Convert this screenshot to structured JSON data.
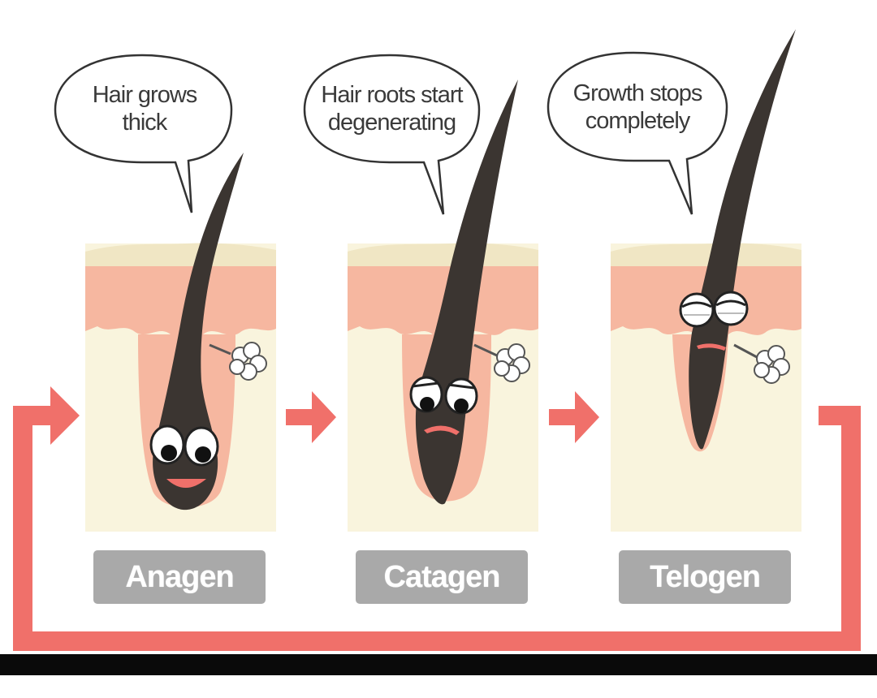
{
  "colors": {
    "skin_top": "#f0e6c4",
    "skin_pink": "#f6b7a0",
    "follicle_bg": "#f9f4dd",
    "hair": "#3b3531",
    "arrow": "#f0706a",
    "label_bg": "#a9a9a9",
    "bottom_bar": "#0a0a0a"
  },
  "stages": [
    {
      "label": "Anagen",
      "bubble": {
        "line1": "Hair grows",
        "line2": "thick"
      },
      "expression": "smiling"
    },
    {
      "label": "Catagen",
      "bubble": {
        "line1": "Hair roots start",
        "line2": "degenerating"
      },
      "expression": "worried"
    },
    {
      "label": "Telogen",
      "bubble": {
        "line1": "Growth stops",
        "line2": "completely"
      },
      "expression": "sleepy"
    }
  ],
  "cycle_arrow_icon": "loop-arrow-icon"
}
